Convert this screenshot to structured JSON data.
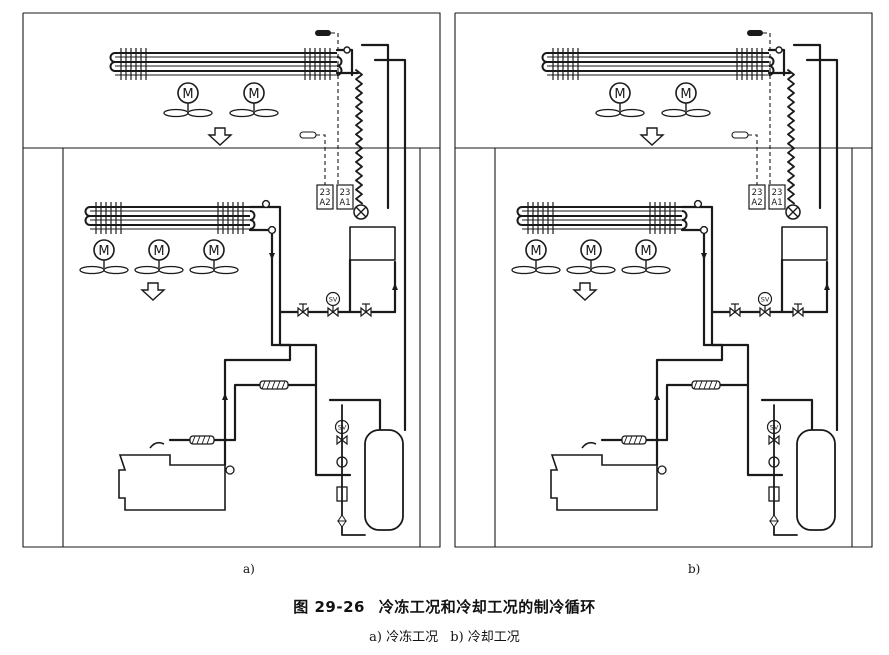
{
  "figure": {
    "number": "图 29-26",
    "title": "冷冻工况和冷却工况的制冷循环",
    "subcaption_a": "a) 冷冻工况",
    "subcaption_b": "b) 冷却工况"
  },
  "panels": [
    {
      "id": "a",
      "label": "a)",
      "motor_symbol": "M",
      "solenoid_valve_label": "SV",
      "pressure_switch_labels": [
        "23\nA2",
        "23\nA1"
      ],
      "condenser_fans": 2,
      "evaporator_fans": 3
    },
    {
      "id": "b",
      "label": "b)",
      "motor_symbol": "M",
      "solenoid_valve_label": "SV",
      "pressure_switch_labels": [
        "23\nA2",
        "23\nA1"
      ],
      "condenser_fans": 2,
      "evaporator_fans": 3
    }
  ],
  "colors": {
    "line": "#1a1a1a",
    "background": "#ffffff"
  }
}
